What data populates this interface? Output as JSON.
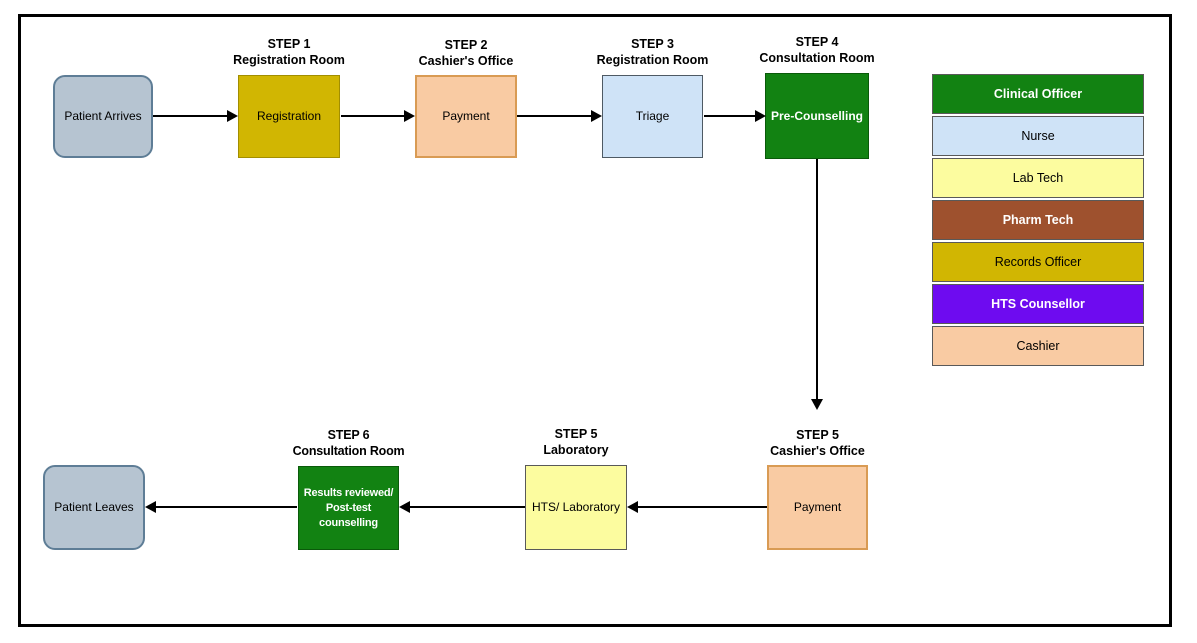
{
  "flow": {
    "start_node": {
      "label": "Patient Arrives"
    },
    "end_node": {
      "label": "Patient Leaves"
    },
    "steps": [
      {
        "step": "STEP 1",
        "location": "Registration Room",
        "action": "Registration",
        "role": "Records Officer",
        "color": "#D1B602"
      },
      {
        "step": "STEP 2",
        "location": "Cashier's Office",
        "action": "Payment",
        "role": "Cashier",
        "color": "#F9CBA3"
      },
      {
        "step": "STEP 3",
        "location": "Registration Room",
        "action": "Triage",
        "role": "Nurse",
        "color": "#CFE3F7"
      },
      {
        "step": "STEP 4",
        "location": "Consultation Room",
        "action": "Pre-Counselling",
        "role": "Clinical Officer",
        "color": "#128212"
      },
      {
        "step": "STEP 5",
        "location": "Cashier's Office",
        "action": "Payment",
        "role": "Cashier",
        "color": "#F9CBA3"
      },
      {
        "step": "STEP 5",
        "location": "Laboratory",
        "action": "HTS/ Laboratory",
        "role": "Lab Tech",
        "color": "#FCFC9F"
      },
      {
        "step": "STEP 6",
        "location": "Consultation Room",
        "action_line1": "Results reviewed/",
        "action_line2": "Post-test counselling",
        "role": "Clinical Officer",
        "color": "#128212"
      }
    ]
  },
  "legend": {
    "items": [
      {
        "label": "Clinical Officer",
        "color": "#128212",
        "text_color": "#FFFFFF"
      },
      {
        "label": "Nurse",
        "color": "#CFE3F7",
        "text_color": "#000000"
      },
      {
        "label": "Lab Tech",
        "color": "#FCFC9F",
        "text_color": "#000000"
      },
      {
        "label": "Pharm Tech",
        "color": "#9E512E",
        "text_color": "#FFFFFF"
      },
      {
        "label": "Records Officer",
        "color": "#D1B602",
        "text_color": "#000000"
      },
      {
        "label": "HTS Counsellor",
        "color": "#6E0BF0",
        "text_color": "#FFFFFF"
      },
      {
        "label": "Cashier",
        "color": "#F9CBA3",
        "text_color": "#000000"
      }
    ]
  }
}
